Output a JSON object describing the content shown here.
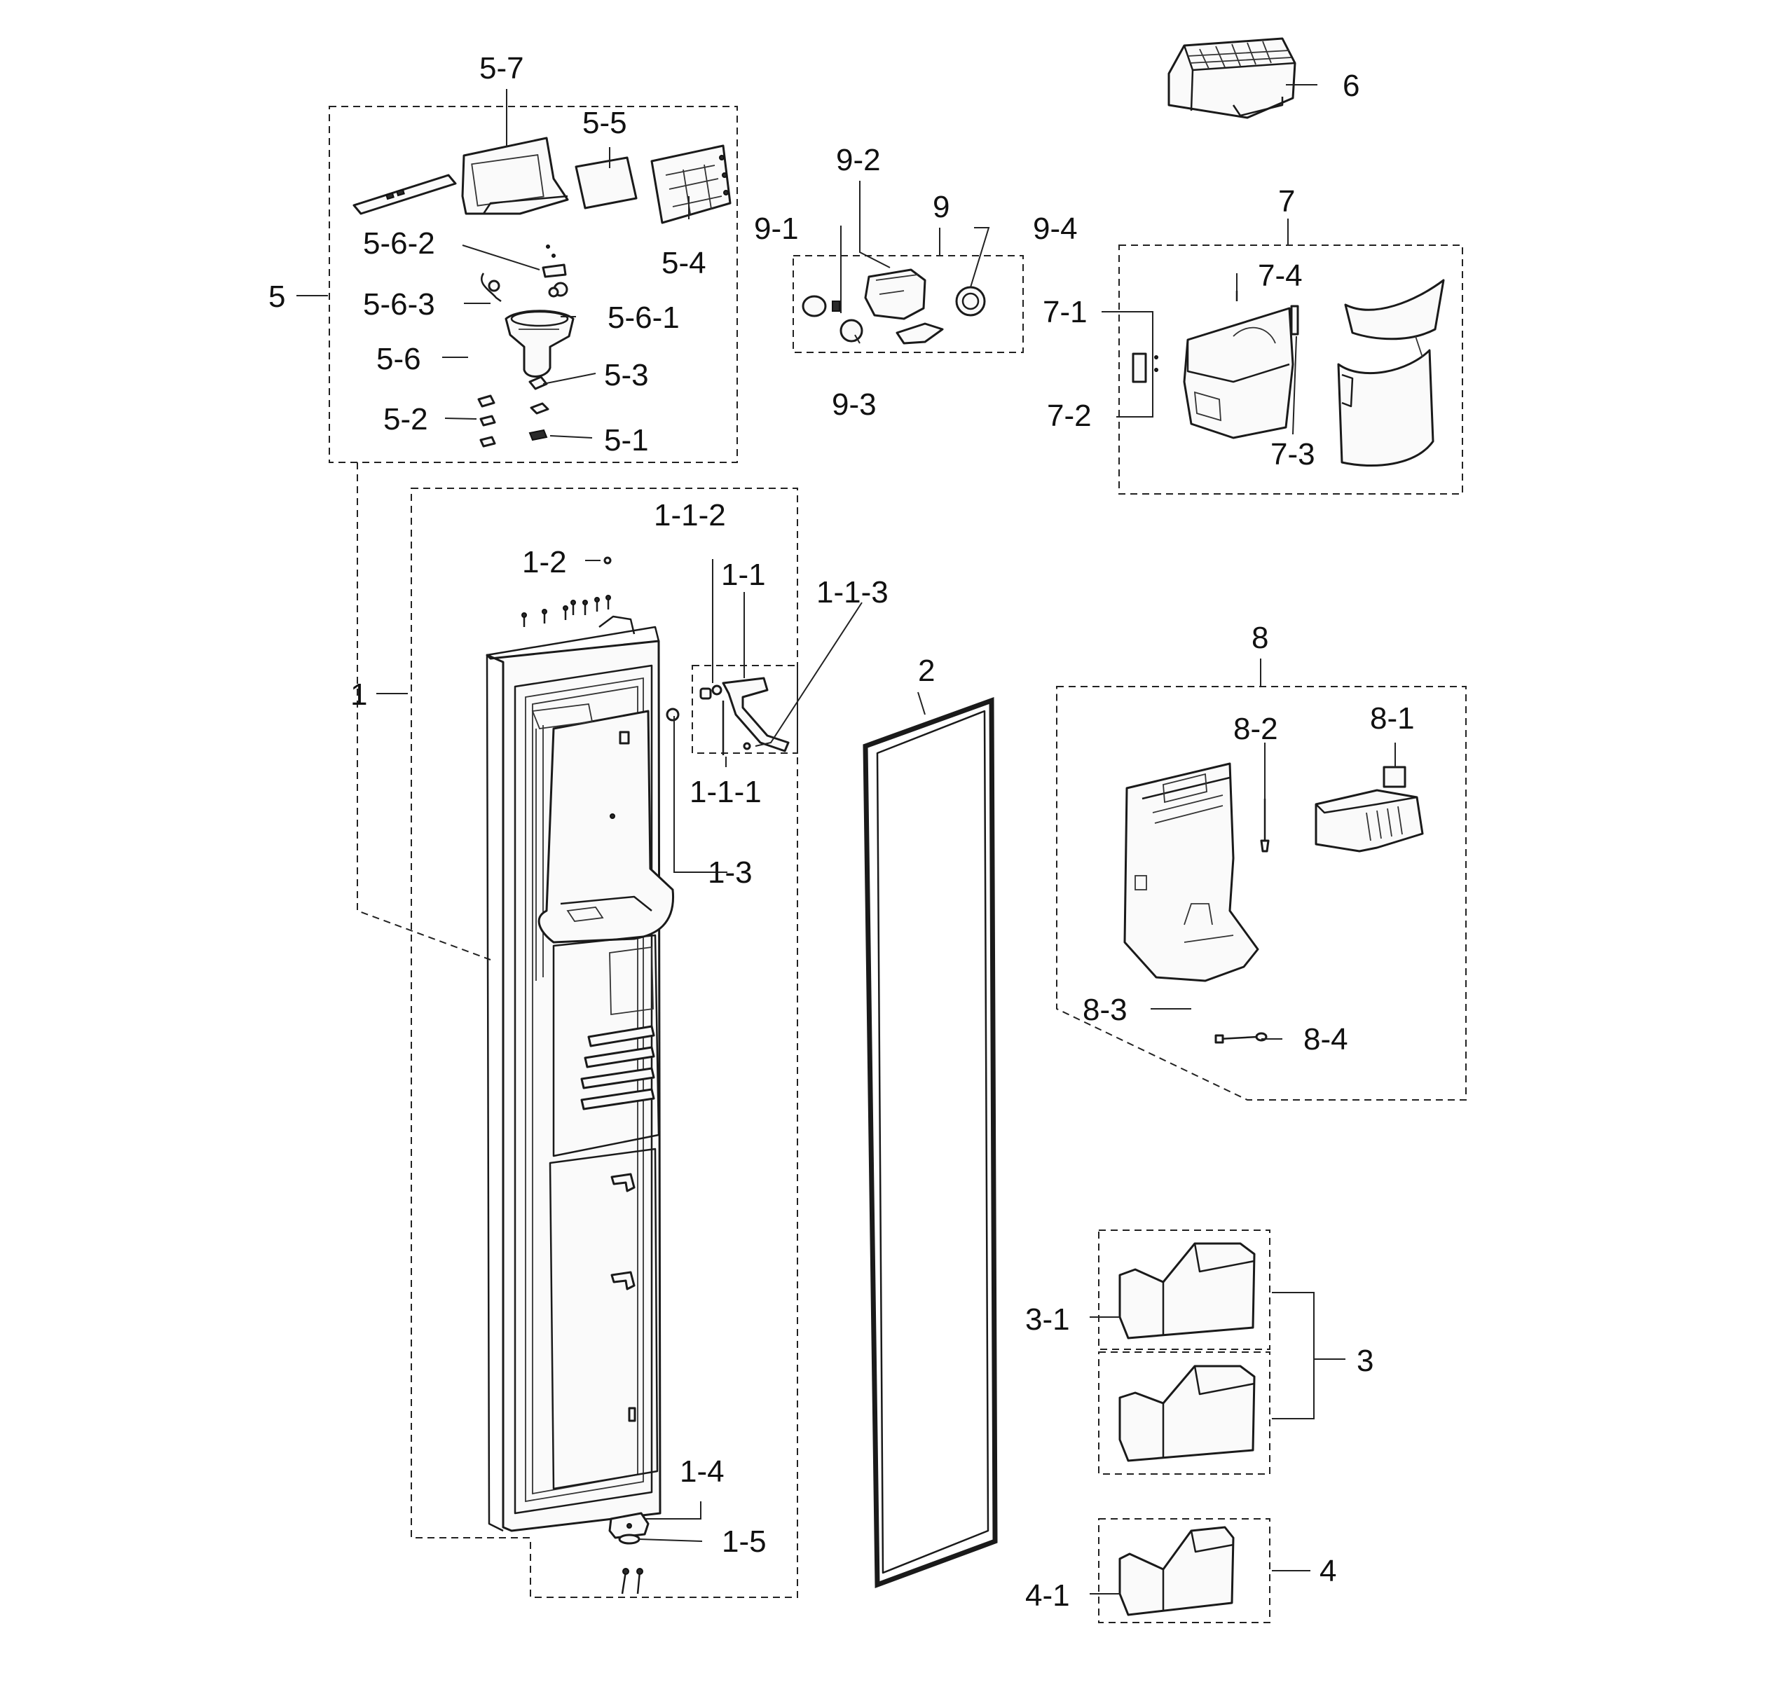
{
  "labels": {
    "p1": "1",
    "p1_1": "1-1",
    "p1_1_1": "1-1-1",
    "p1_1_2": "1-1-2",
    "p1_1_3": "1-1-3",
    "p1_2": "1-2",
    "p1_3": "1-3",
    "p1_4": "1-4",
    "p1_5": "1-5",
    "p2": "2",
    "p3": "3",
    "p3_1": "3-1",
    "p4": "4",
    "p4_1": "4-1",
    "p5": "5",
    "p5_1": "5-1",
    "p5_2": "5-2",
    "p5_3": "5-3",
    "p5_4": "5-4",
    "p5_5": "5-5",
    "p5_6": "5-6",
    "p5_6_1": "5-6-1",
    "p5_6_2": "5-6-2",
    "p5_6_3": "5-6-3",
    "p5_7": "5-7",
    "p6": "6",
    "p7": "7",
    "p7_1": "7-1",
    "p7_2": "7-2",
    "p7_3": "7-3",
    "p7_4": "7-4",
    "p8": "8",
    "p8_1": "8-1",
    "p8_2": "8-2",
    "p8_3": "8-3",
    "p8_4": "8-4",
    "p9": "9",
    "p9_1": "9-1",
    "p9_2": "9-2",
    "p9_3": "9-3",
    "p9_4": "9-4"
  }
}
